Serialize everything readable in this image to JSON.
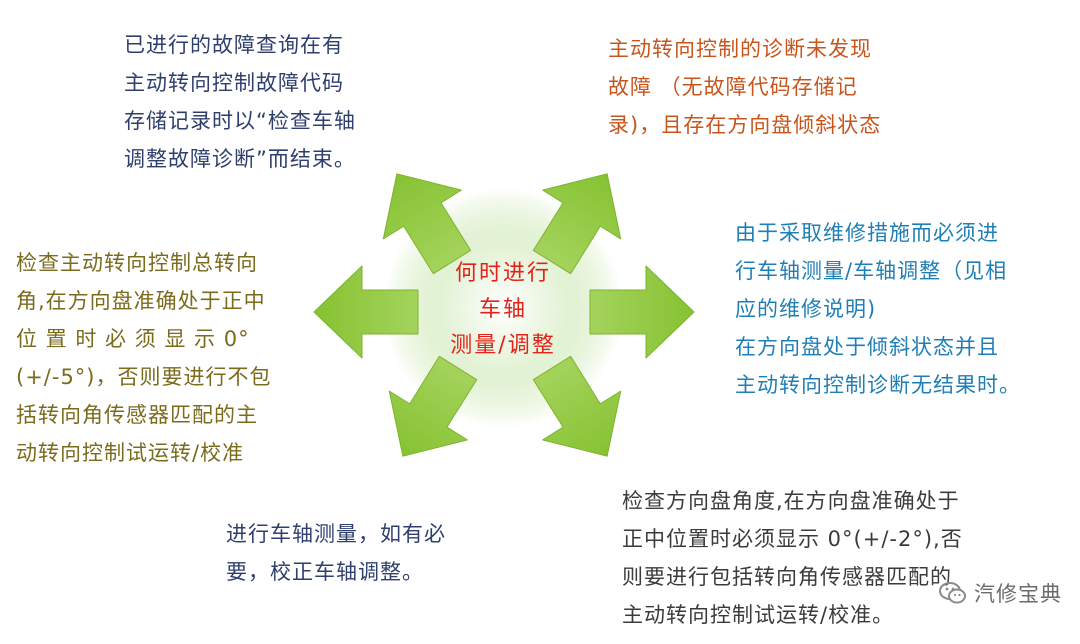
{
  "colors": {
    "arrow": "#8fc93a",
    "glow": "#bfe3a0",
    "top_left": "#2e3f6e",
    "top_right": "#c7561d",
    "right": "#1f7fb5",
    "left": "#7b6b1d",
    "bottom_left": "#2e3f6e",
    "bottom_right": "#3b3b3b",
    "center": "#e2231a",
    "watermark": "#6b6b6b"
  },
  "center": {
    "text": "何时进行\n车轴\n测量/调整"
  },
  "notes": {
    "top_left": "已进行的故障查询在有\n主动转向控制故障代码\n存储记录时以“检查车轴\n调整故障诊断”而结束。",
    "top_right": "主动转向控制的诊断未发现\n故障 （无故障代码存储记\n录)，且存在方向盘倾斜状态",
    "right": "由于采取维修措施而必须进\n行车轴测量/车轴调整（见相\n应的维修说明)\n在方向盘处于倾斜状态并且\n主动转向控制诊断无结果时。",
    "left": "检查主动转向控制总转向\n角,在方向盘准确处于正中\n位 置 时 必 须 显 示    0°\n(+/-5°)，否则要进行不包\n括转向角传感器匹配的主\n动转向控制试运转/校准",
    "bottom_left": "进行车轴测量，如有必\n要，校正车轴调整。",
    "bottom_right": "检查方向盘角度,在方向盘准确处于\n正中位置时必须显示 0°(+/-2°),否\n则要进行包括转向角传感器匹配的\n主动转向控制试运转/校准。"
  },
  "watermark": {
    "icon": "wechat-icon",
    "text": "汽修宝典"
  }
}
